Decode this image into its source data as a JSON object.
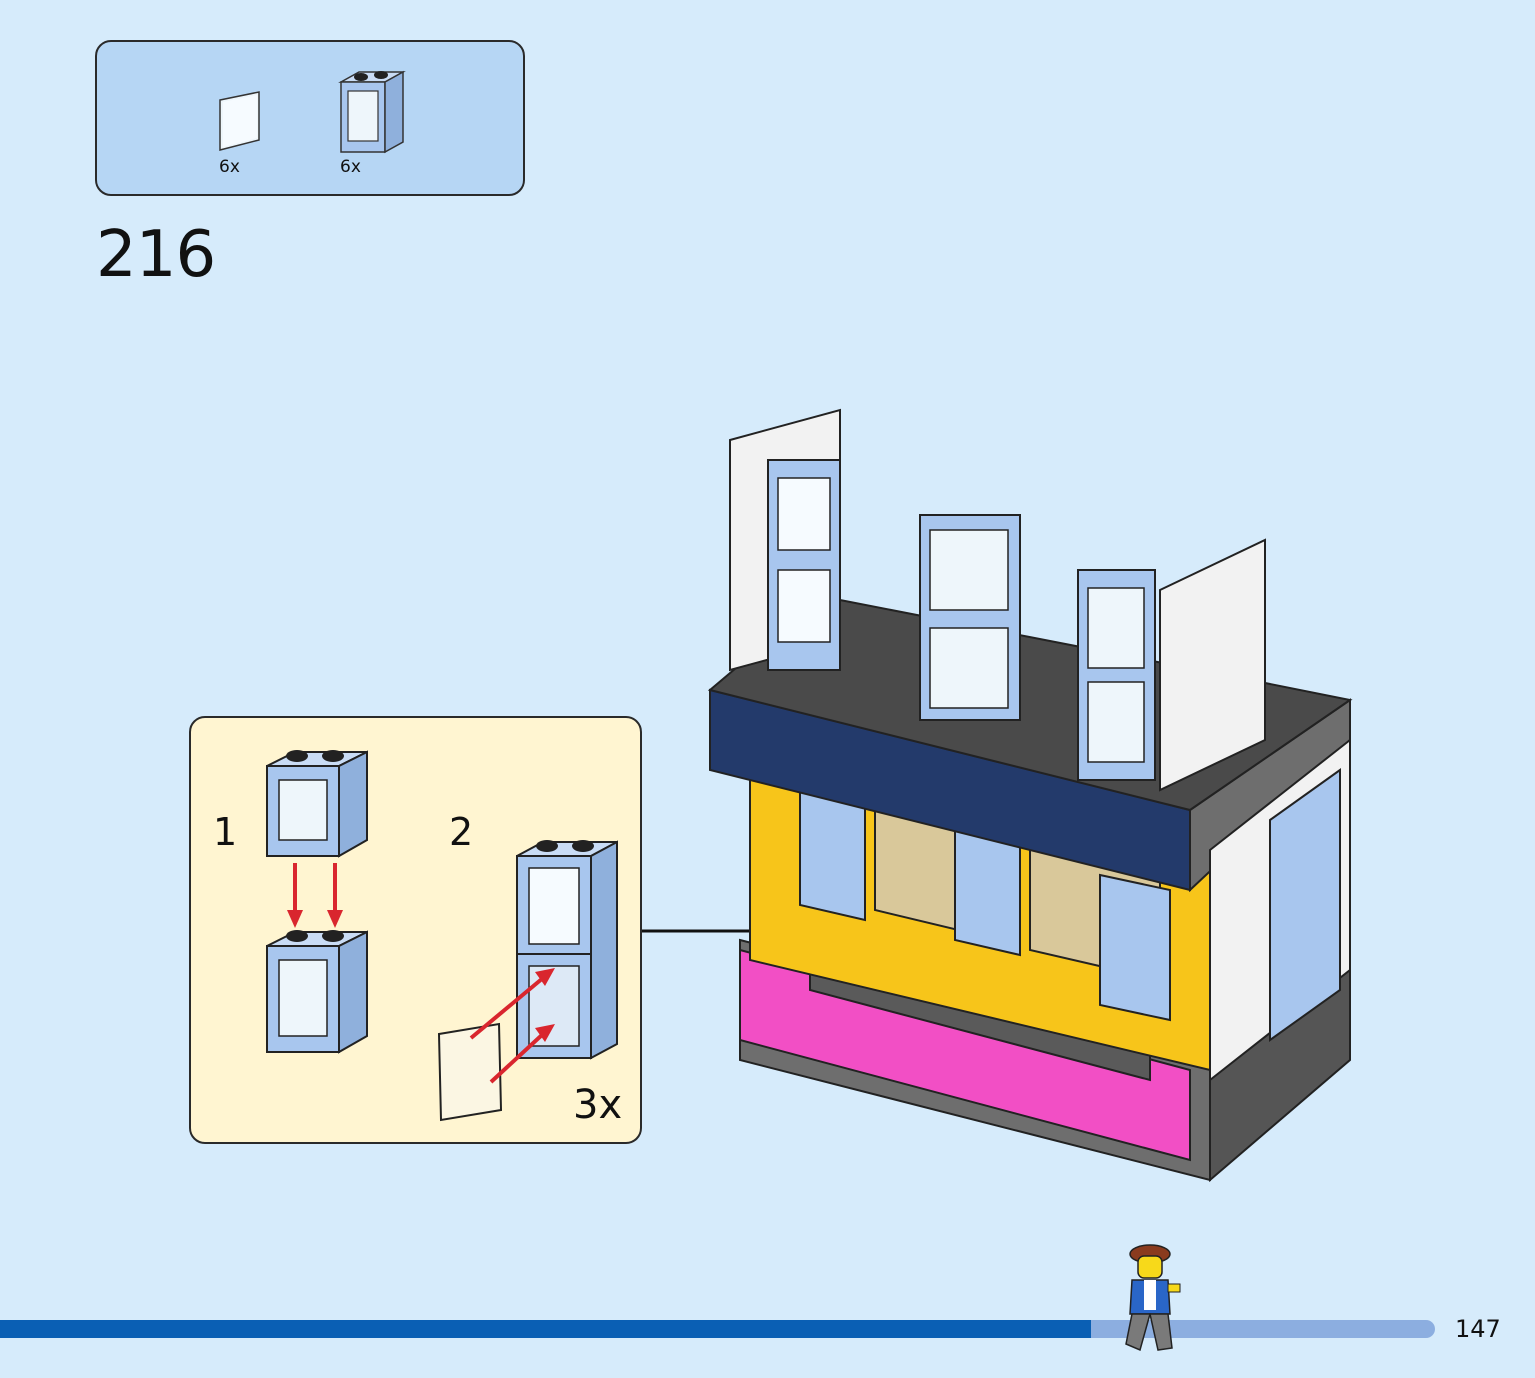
{
  "parts_list": {
    "items": [
      {
        "name": "glass pane",
        "qty": "6x"
      },
      {
        "name": "window frame 1x2x2",
        "qty": "6x"
      }
    ]
  },
  "step": {
    "number": "216"
  },
  "sub_assembly": {
    "step1_label": "1",
    "step2_label": "2",
    "multiplier": "3x"
  },
  "page": {
    "number": "147",
    "progress": 0.76
  },
  "colors": {
    "background": "#d6ebfb",
    "parts_box": "#b6d6f4",
    "sub_box": "#fff5d1",
    "window_frame": "#a8c6ee",
    "arrow": "#d9262e",
    "progress_done": "#0a5fb4",
    "progress_rest": "#8caee0"
  }
}
